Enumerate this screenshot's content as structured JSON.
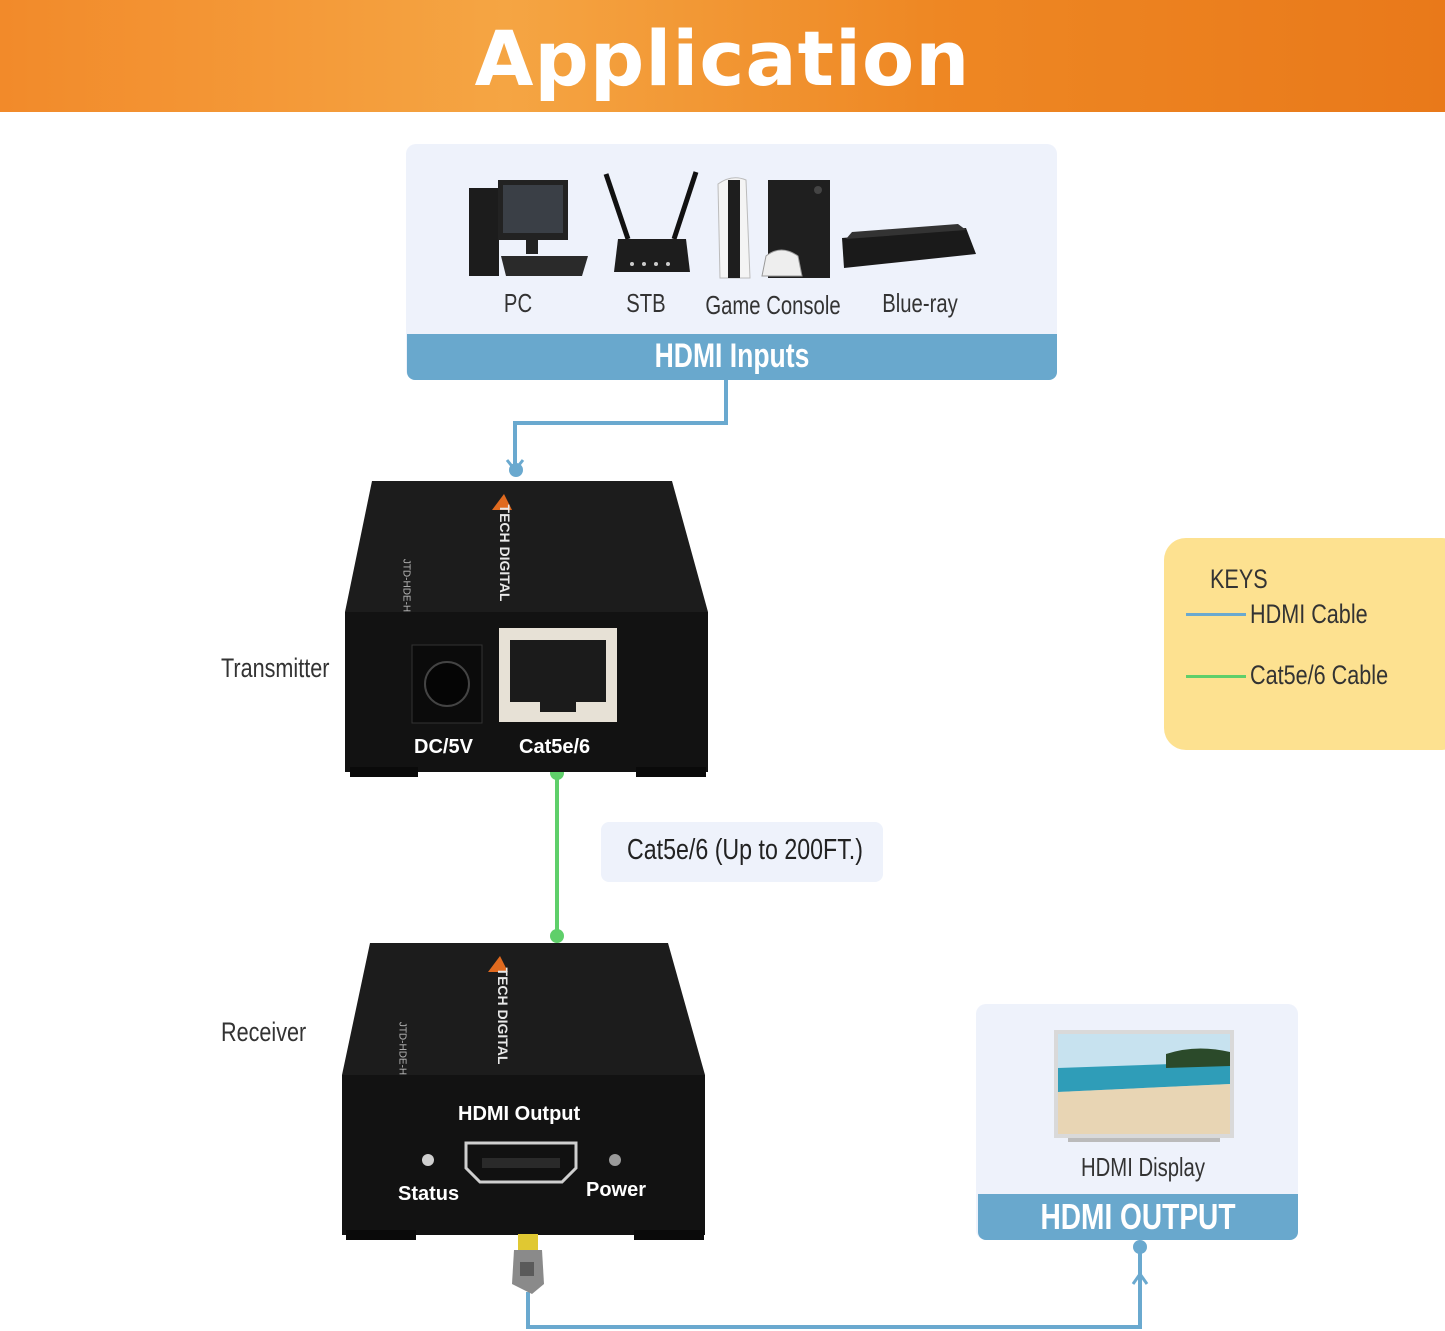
{
  "banner": {
    "title": "Application"
  },
  "inputs_panel": {
    "devices": [
      {
        "label": "PC",
        "icon": "pc-icon"
      },
      {
        "label": "STB",
        "icon": "router-icon"
      },
      {
        "label": "Game Console",
        "icon": "game-console-icon"
      },
      {
        "label": "Blue-ray",
        "icon": "bluray-player-icon"
      }
    ],
    "bar_label": "HDMI Inputs"
  },
  "transmitter": {
    "side_label": "Transmitter",
    "port_dc": "DC/5V",
    "port_cat": "Cat5e/6",
    "brand": "TECH DIGITAL",
    "model": "JTD-HDE-H"
  },
  "cable_note": "Cat5e/6 (Up to 200FT.)",
  "receiver": {
    "side_label": "Receiver",
    "hdmi_label": "HDMI Output",
    "status_label": "Status",
    "power_label": "Power",
    "brand": "TECH DIGITAL",
    "model": "JTD-HDE-H"
  },
  "output_panel": {
    "device_label": "HDMI Display",
    "bar_label": "HDMI OUTPUT"
  },
  "keys": {
    "title": "KEYS",
    "items": [
      {
        "label": "HDMI Cable",
        "color": "#6aa9cf"
      },
      {
        "label": "Cat5e/6 Cable",
        "color": "#5fcf6a"
      }
    ]
  },
  "colors": {
    "hdmi_line": "#6aa9cf",
    "cat_line": "#5fcf6a",
    "banner": "#f28a2a",
    "panel_bar": "#69a8cd",
    "keys_bg": "#fde190"
  }
}
